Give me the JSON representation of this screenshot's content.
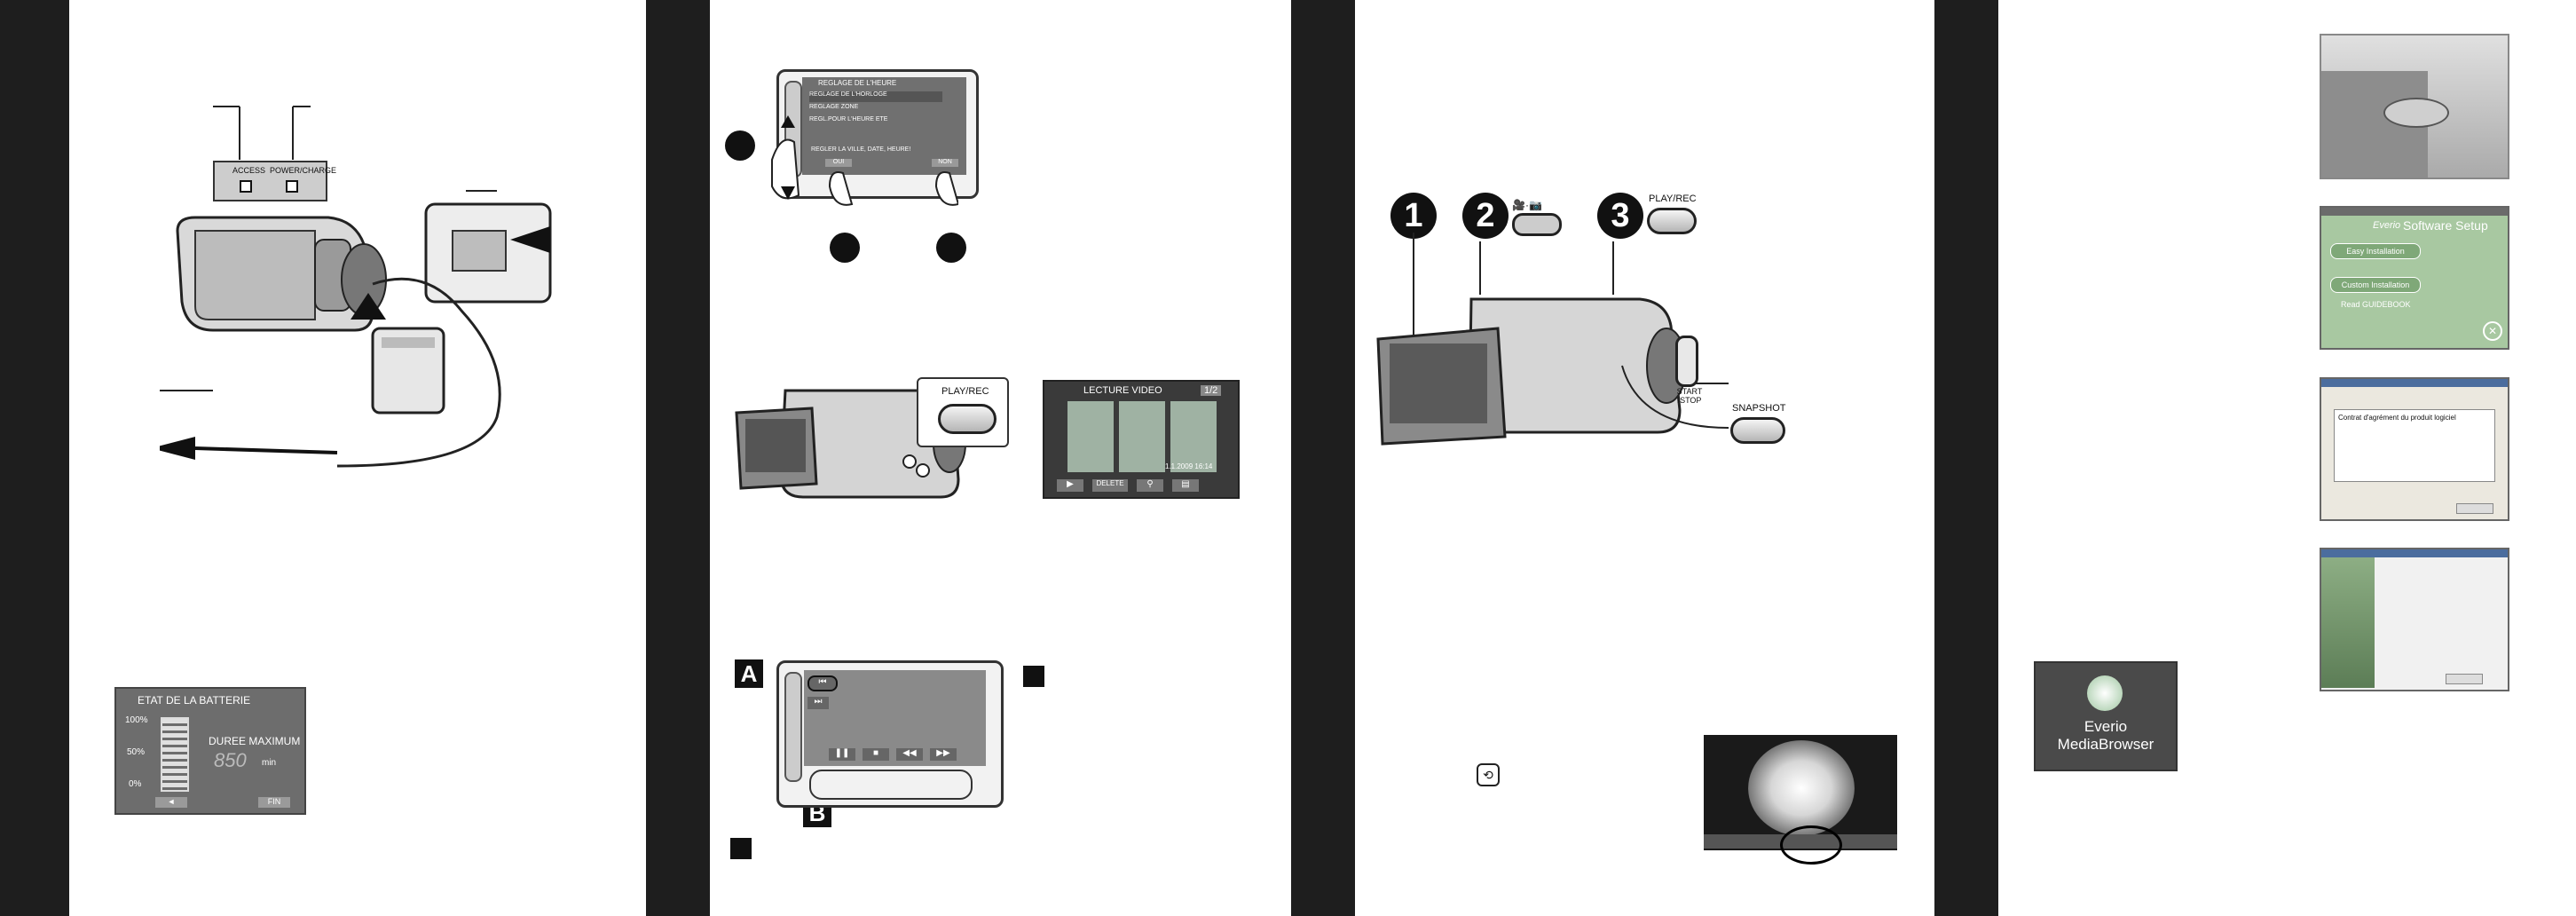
{
  "battery_panel": {
    "title": "ETAT DE LA BATTERIE",
    "level_100": "100%",
    "level_50": "50%",
    "level_0": "0%",
    "duration_label": "DUREE MAXIMUM",
    "duration_value": "850",
    "duration_unit": "min",
    "back_btn": "◄",
    "end_btn": "FIN"
  },
  "camera_leds": {
    "access": "ACCESS",
    "power_charge": "POWER/CHARGE"
  },
  "clock_menu": {
    "title": "REGLAGE DE L'HEURE",
    "items": [
      "REGLAGE DE L'HORLOGE",
      "REGLAGE ZONE",
      "REGL.POUR L'HEURE ETE"
    ],
    "prompt": "REGLER LA VILLE, DATE, HEURE!",
    "yes": "OUI",
    "no": "NON"
  },
  "playback": {
    "button_label": "PLAY/REC"
  },
  "video_index": {
    "title": "LECTURE VIDEO",
    "page": "1/2",
    "date_stamp": "1.1.2009 16:14",
    "delete_btn": "DELETE"
  },
  "markers": {
    "a": "A",
    "b": "B"
  },
  "callouts": {
    "one": "1",
    "two": "2",
    "three": "3"
  },
  "recording": {
    "play_rec": "PLAY/REC",
    "start_stop": "START /STOP",
    "snapshot": "SNAPSHOT"
  },
  "software": {
    "setup_title": "Software Setup",
    "setup_brand": "Everio",
    "easy_install": "Easy Installation",
    "custom_install": "Custom Installation",
    "read_guide": "Read GUIDEBOOK",
    "license_text": "Contrat d'agrément du produit logiciel",
    "icon_label_1": "Everio",
    "icon_label_2": "MediaBrowser"
  },
  "colors": {
    "band": "#1e1e1e",
    "screen_gray": "#6d6d6d",
    "accent_green": "#7fb07a"
  }
}
